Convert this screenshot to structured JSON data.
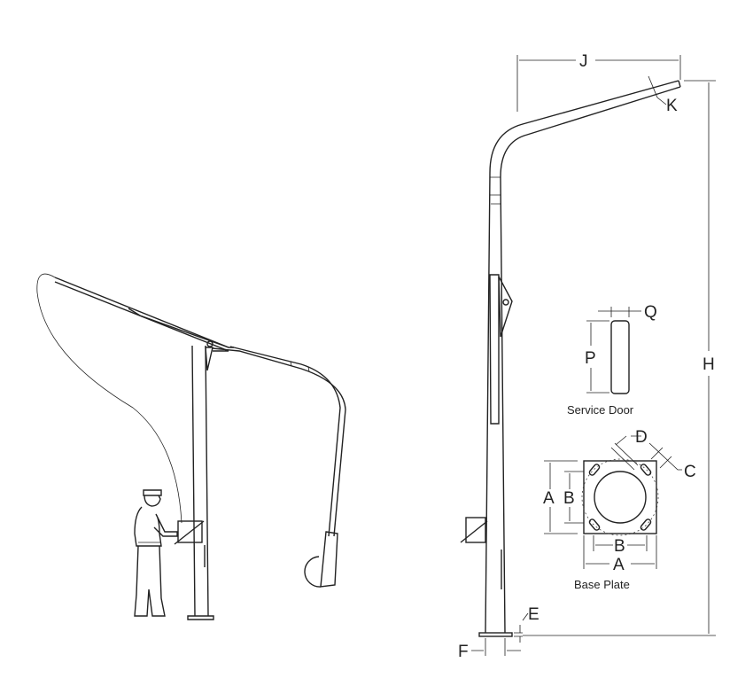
{
  "dimensions": {
    "J": "J",
    "K": "K",
    "H": "H",
    "Q": "Q",
    "P": "P",
    "D": "D",
    "C": "C",
    "A_vertical": "A",
    "B_vertical": "B",
    "B_horizontal": "B",
    "A_horizontal": "A",
    "E": "E",
    "F": "F"
  },
  "captions": {
    "service_door": "Service Door",
    "base_plate": "Base Plate"
  }
}
